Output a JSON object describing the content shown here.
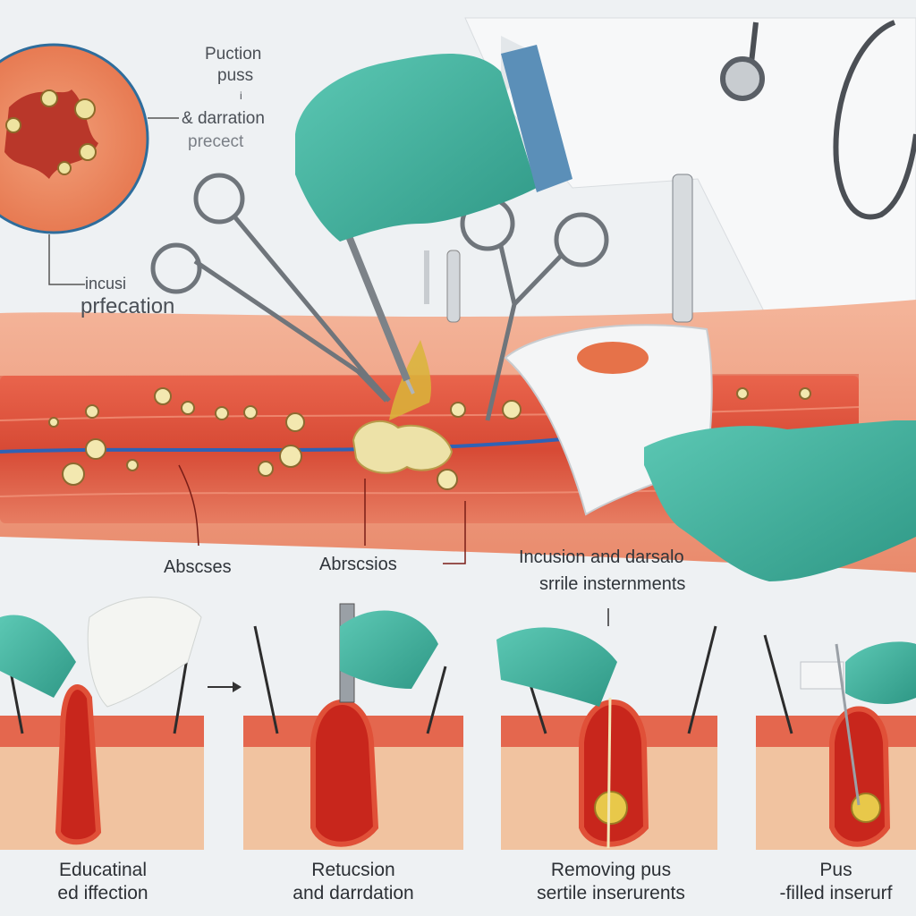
{
  "top_labels": {
    "title_line1": "Puction",
    "title_line2": "puss",
    "title_line3": "i",
    "title_line4": "& darration",
    "title_line5": "precect",
    "left_line1": "incusi",
    "left_line2": "prfecation"
  },
  "mid_labels": {
    "abscess_1": "Abscses",
    "abscess_2": "Abrscsios",
    "incision_line1": "Incusion and darsalo",
    "incision_line2": "srrile insternments"
  },
  "steps": [
    {
      "line1": "Educatinal",
      "line2": "ed iffection"
    },
    {
      "line1": "Retucsion",
      "line2": "and darrdation"
    },
    {
      "line1": "Removing pus",
      "line2": "sertile inserurents"
    },
    {
      "line1": "Pus",
      "line2": "-filled inserurf"
    }
  ],
  "colors": {
    "glove": "#3fb3a0",
    "skin": "#e8735c",
    "tissue": "#d8503c",
    "pus": "#e9dfa0",
    "background": "#eef1f3"
  },
  "icons": [
    "abscess-crosssection-icon",
    "forceps-icon",
    "scalpel-icon",
    "gauze-icon",
    "stethoscope-icon",
    "arrow-right-icon"
  ]
}
